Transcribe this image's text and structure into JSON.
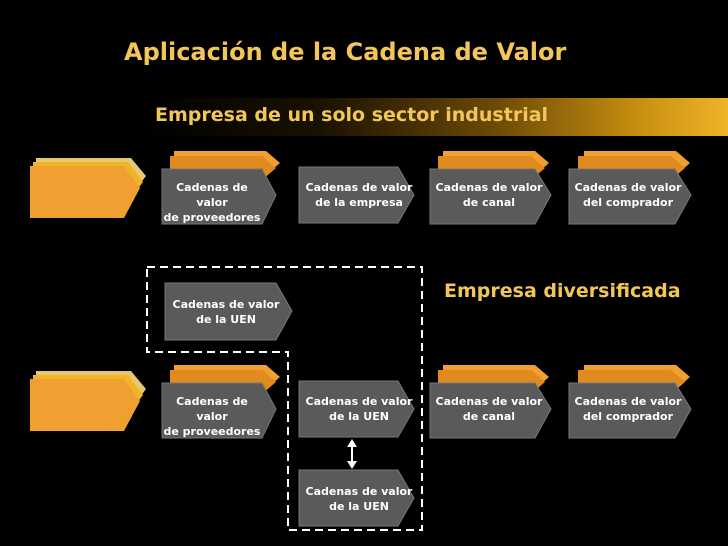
{
  "title": "Aplicación de la Cadena de Valor",
  "subtitle": "Empresa de un solo sector industrial",
  "diversified_label": "Empresa diversificada",
  "colors": {
    "background": "#000000",
    "heading": "#f2c65a",
    "box_gray": "#5a5a5a",
    "box_orange": "#f0a030",
    "box_text": "#ffffff",
    "dashed_line": "#ffffff"
  },
  "single_industry_row": [
    {
      "id": "proveedores",
      "label": "Cadenas de valor\nde proveedores"
    },
    {
      "id": "empresa",
      "label": "Cadenas de valor\nde la empresa"
    },
    {
      "id": "canal",
      "label": "Cadenas de valor\nde canal"
    },
    {
      "id": "comprador",
      "label": "Cadenas de valor\ndel comprador"
    }
  ],
  "diversified_row": [
    {
      "id": "proveedores",
      "label": "Cadenas de valor\nde proveedores"
    },
    {
      "id": "uen",
      "label": "Cadenas de valor\nde la UEN"
    },
    {
      "id": "canal",
      "label": "Cadenas de valor\nde canal"
    },
    {
      "id": "comprador",
      "label": "Cadenas de valor\ndel comprador"
    }
  ],
  "uen_top_label": "Cadenas de valor\nde la UEN",
  "uen_bottom_label": "Cadenas de valor\nde la UEN"
}
